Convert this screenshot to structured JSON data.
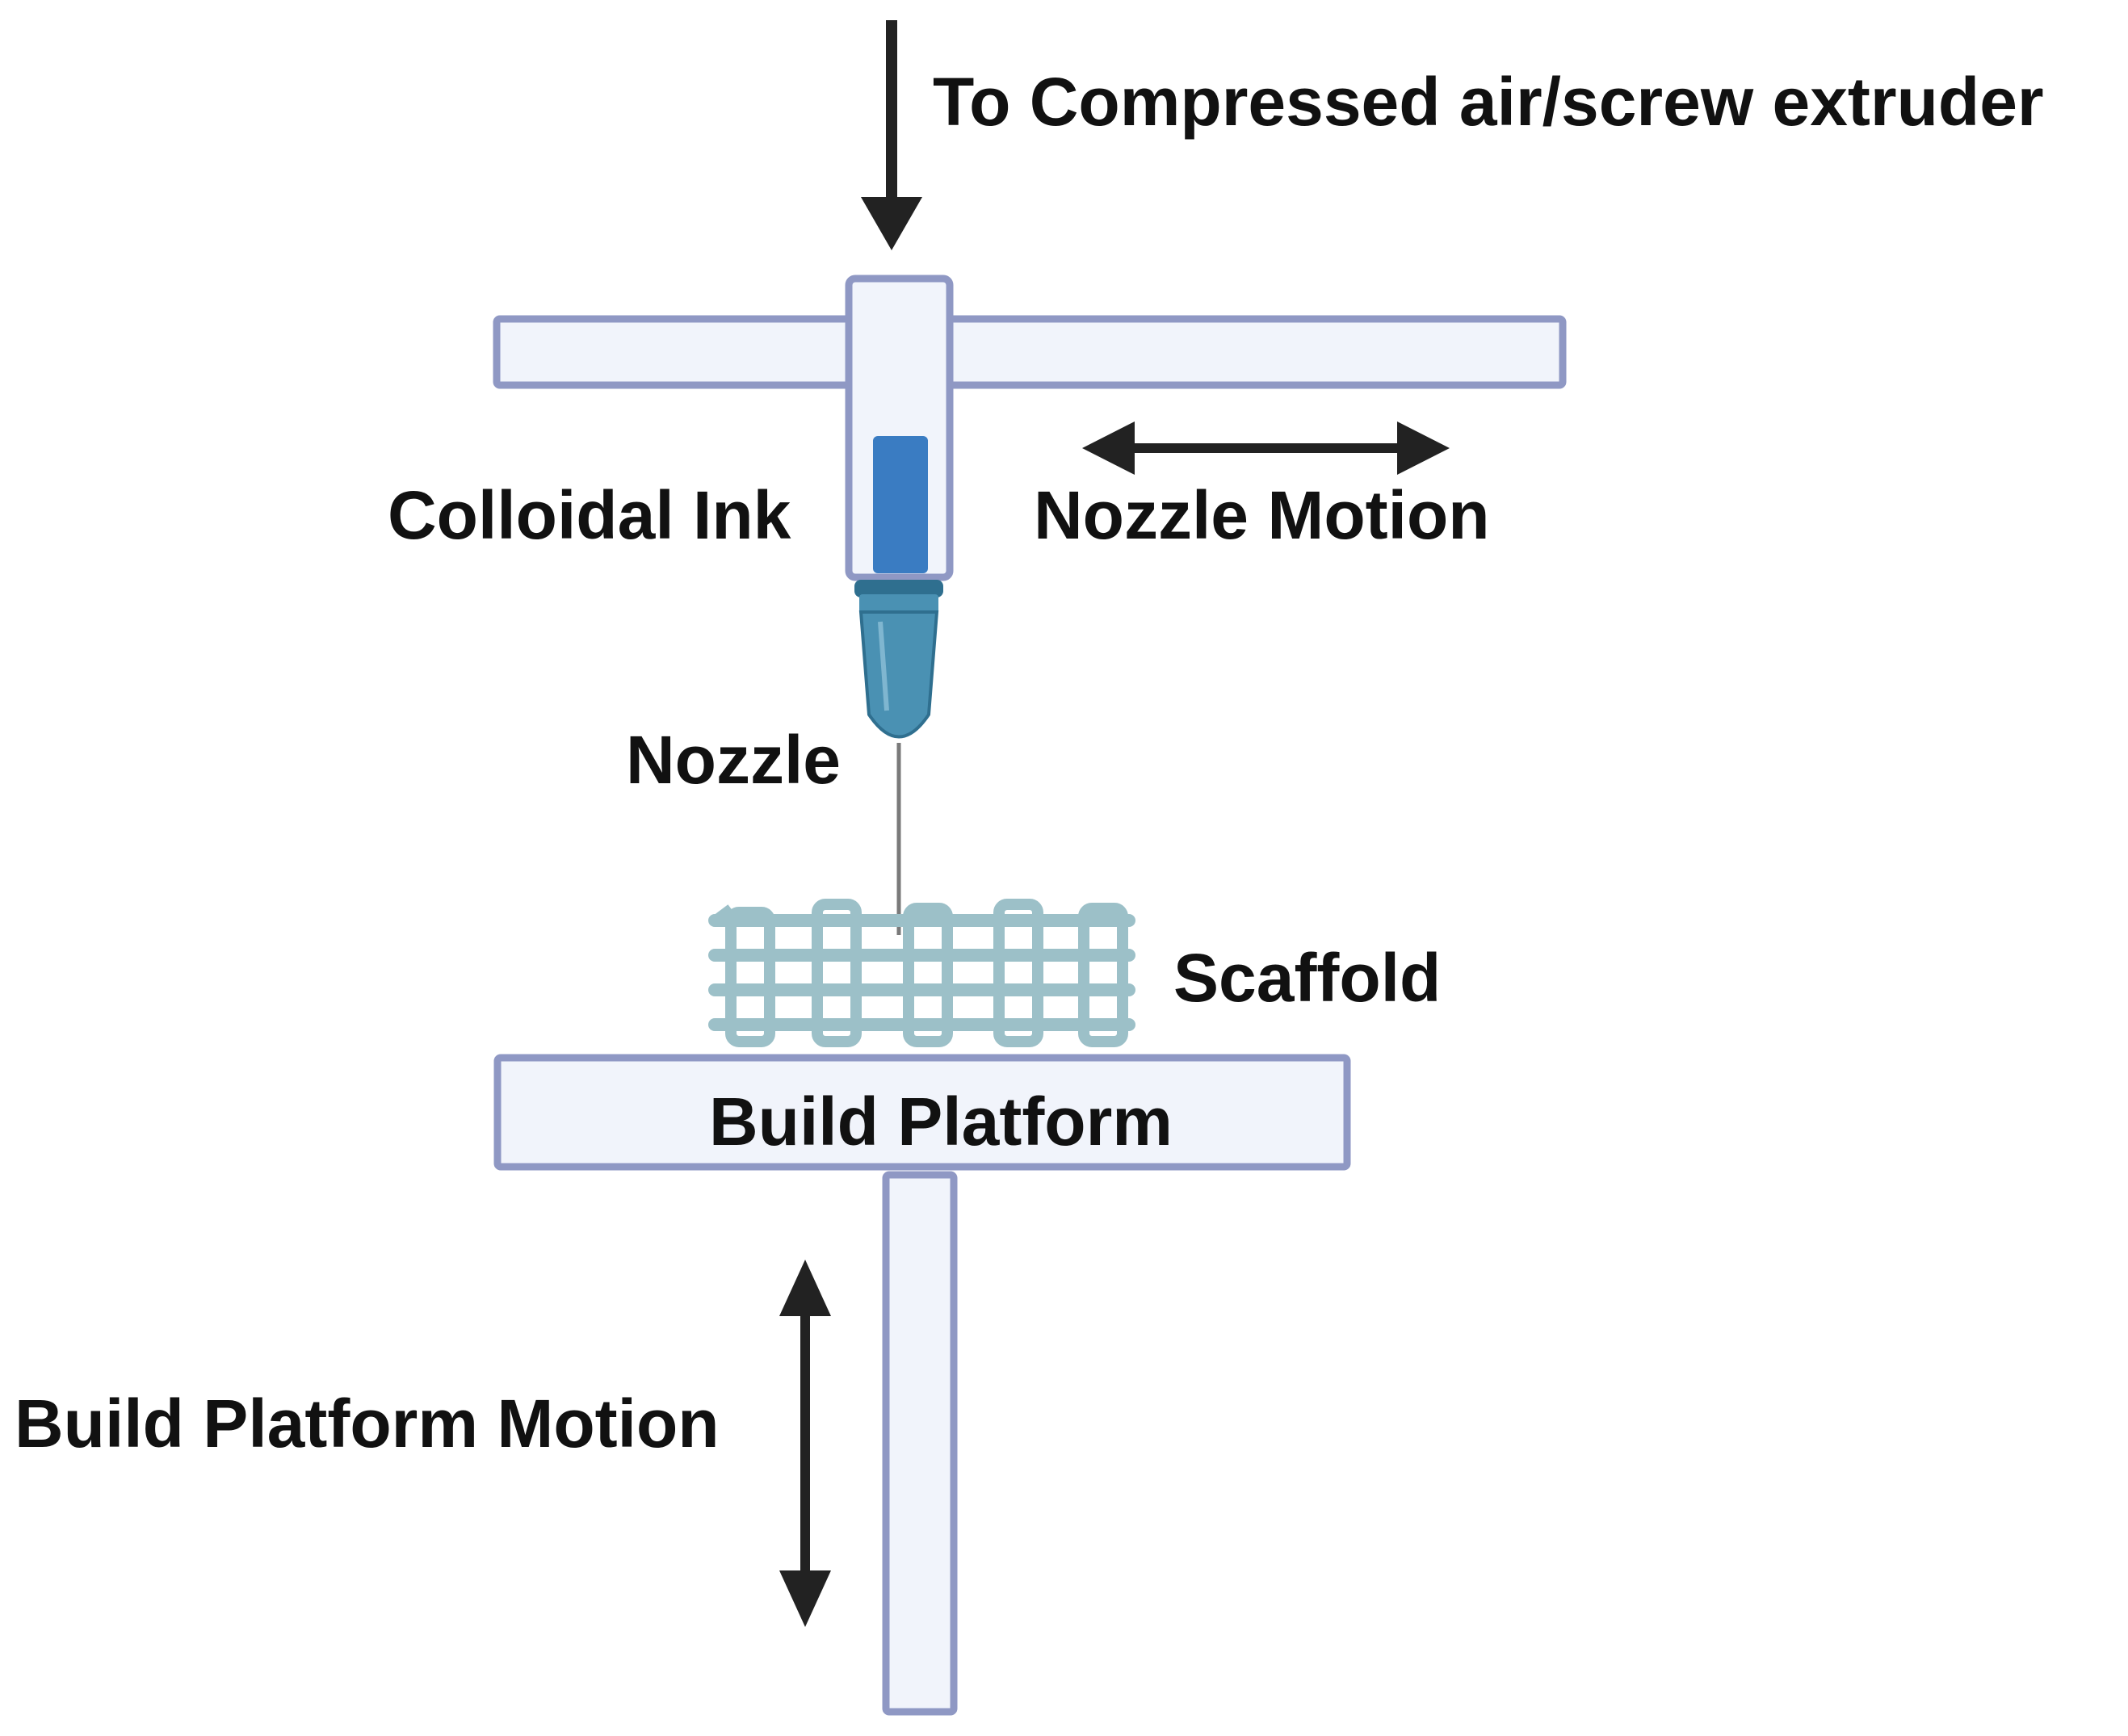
{
  "labels": {
    "extruder": "To Compressed air/screw extruder",
    "colloidal_ink": "Colloidal Ink",
    "nozzle_motion": "Nozzle Motion",
    "nozzle": "Nozzle",
    "scaffold": "Scaffold",
    "build_platform": "Build Platform",
    "build_platform_motion": "Build Platform Motion"
  },
  "colors": {
    "frame_fill": "#f1f4fb",
    "frame_stroke": "#8f98c4",
    "ink": "#3a7cc2",
    "nozzle": "#4a91b3",
    "nozzle_dark": "#2f6f8f",
    "scaffold": "#9cc0c8",
    "arrow": "#222222",
    "text": "#111111"
  },
  "icons": {
    "extruder_arrow": "down-arrow-icon",
    "nozzle_motion_arrow": "horizontal-double-arrow-icon",
    "platform_motion_arrow": "vertical-double-arrow-icon"
  }
}
